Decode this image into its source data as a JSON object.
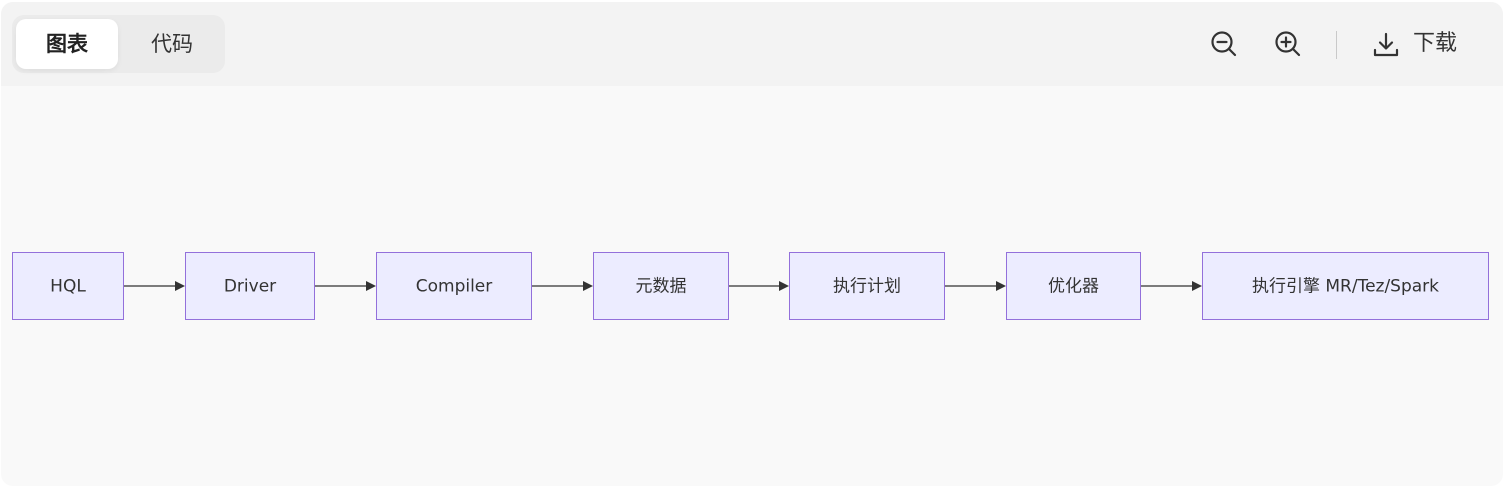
{
  "tabs": [
    {
      "label": "图表",
      "active": true
    },
    {
      "label": "代码",
      "active": false
    }
  ],
  "toolbar": {
    "zoom_out_icon": "zoom-out-icon",
    "zoom_in_icon": "zoom-in-icon",
    "download_icon": "download-icon",
    "download_label": "下载"
  },
  "flowchart": {
    "direction": "left-to-right",
    "node_fill": "#ececff",
    "node_stroke": "#9370db",
    "nodes": [
      {
        "id": "hql",
        "label": "HQL"
      },
      {
        "id": "driver",
        "label": "Driver"
      },
      {
        "id": "compiler",
        "label": "Compiler"
      },
      {
        "id": "metadata",
        "label": "元数据"
      },
      {
        "id": "plan",
        "label": "执行计划"
      },
      {
        "id": "optimizer",
        "label": "优化器"
      },
      {
        "id": "engine",
        "label": "执行引擎 MR/Tez/Spark"
      }
    ],
    "edges": [
      {
        "from": "hql",
        "to": "driver"
      },
      {
        "from": "driver",
        "to": "compiler"
      },
      {
        "from": "compiler",
        "to": "metadata"
      },
      {
        "from": "metadata",
        "to": "plan"
      },
      {
        "from": "plan",
        "to": "optimizer"
      },
      {
        "from": "optimizer",
        "to": "engine"
      }
    ]
  }
}
